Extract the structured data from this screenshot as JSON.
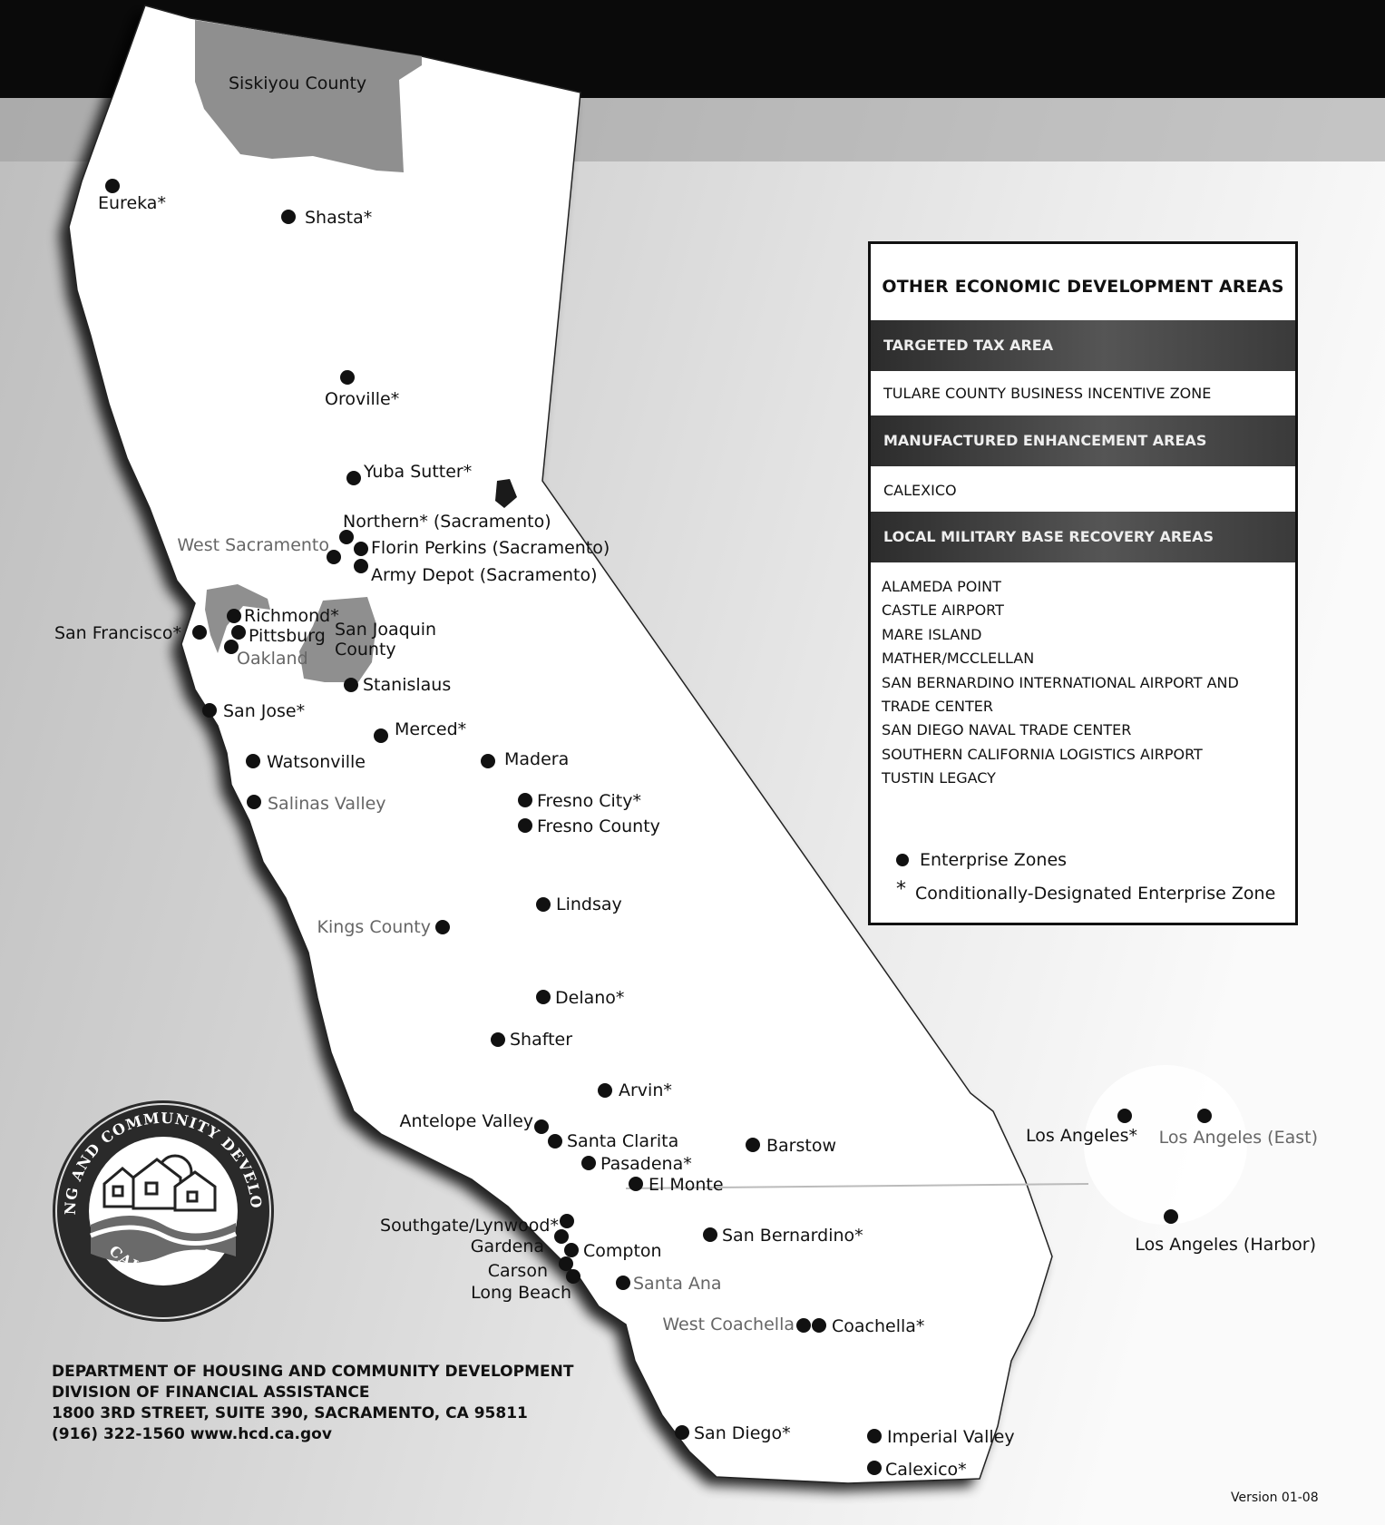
{
  "map": {
    "counties": [
      {
        "id": "siskiyou",
        "label": "Siskiyou County"
      },
      {
        "id": "sanjoaquin",
        "label_lines": [
          "San Joaquin",
          "County"
        ]
      }
    ],
    "zones": [
      {
        "label": "Eureka*",
        "gray": false
      },
      {
        "label": "Shasta*",
        "gray": false
      },
      {
        "label": "Oroville*",
        "gray": false
      },
      {
        "label": "Yuba Sutter*",
        "gray": false
      },
      {
        "label": "Northern*  (Sacramento)",
        "gray": false
      },
      {
        "label": "West Sacramento",
        "gray": true
      },
      {
        "label": "Florin Perkins  (Sacramento)",
        "gray": false
      },
      {
        "label": "Army Depot  (Sacramento)",
        "gray": false
      },
      {
        "label": "Richmond*",
        "gray": false
      },
      {
        "label": "Pittsburg",
        "gray": false
      },
      {
        "label": "Oakland",
        "gray": true
      },
      {
        "label": "San Francisco*",
        "gray": false
      },
      {
        "label": "Stanislaus",
        "gray": false
      },
      {
        "label": "San Jose*",
        "gray": false
      },
      {
        "label": "Merced*",
        "gray": false
      },
      {
        "label": "Watsonville",
        "gray": false
      },
      {
        "label": "Madera",
        "gray": false
      },
      {
        "label": "Salinas Valley",
        "gray": true
      },
      {
        "label": "Fresno City*",
        "gray": false
      },
      {
        "label": "Fresno County",
        "gray": false
      },
      {
        "label": "Lindsay",
        "gray": false
      },
      {
        "label": "Kings County",
        "gray": true
      },
      {
        "label": "Delano*",
        "gray": false
      },
      {
        "label": "Shafter",
        "gray": false
      },
      {
        "label": "Arvin*",
        "gray": false
      },
      {
        "label": "Antelope Valley",
        "gray": false
      },
      {
        "label": "Santa Clarita",
        "gray": false
      },
      {
        "label": "Barstow",
        "gray": false
      },
      {
        "label": "Pasadena*",
        "gray": false
      },
      {
        "label": "El Monte",
        "gray": false
      },
      {
        "label": "Southgate/Lynwood*",
        "gray": false
      },
      {
        "label": "Gardena",
        "gray": false
      },
      {
        "label": "Compton",
        "gray": false
      },
      {
        "label": "Carson",
        "gray": false
      },
      {
        "label": "Long Beach",
        "gray": false
      },
      {
        "label": "San Bernardino*",
        "gray": false
      },
      {
        "label": "Santa Ana",
        "gray": true
      },
      {
        "label": "West Coachella",
        "gray": true
      },
      {
        "label": "Coachella*",
        "gray": false
      },
      {
        "label": "San Diego*",
        "gray": false
      },
      {
        "label": "Imperial Valley",
        "gray": false
      },
      {
        "label": "Calexico*",
        "gray": false
      },
      {
        "label": "Los Angeles*",
        "gray": false
      },
      {
        "label": "Los Angeles (East)",
        "gray": true
      },
      {
        "label": "Los Angeles (Harbor)",
        "gray": false
      }
    ]
  },
  "legend": {
    "title": "OTHER ECONOMIC DEVELOPMENT AREAS",
    "targeted_header": "TARGETED TAX AREA",
    "targeted_item": "TULARE COUNTY BUSINESS INCENTIVE ZONE",
    "manufactured_header": "MANUFACTURED ENHANCEMENT AREAS",
    "manufactured_item": "CALEXICO",
    "military_header": "LOCAL MILITARY BASE RECOVERY AREAS",
    "military_items": [
      "ALAMEDA POINT",
      "CASTLE AIRPORT",
      "MARE ISLAND",
      "MATHER/MCCLELLAN",
      "SAN BERNARDINO INTERNATIONAL AIRPORT AND TRADE CENTER",
      "SAN DIEGO NAVAL TRADE CENTER",
      "SOUTHERN CALIFORNIA LOGISTICS AIRPORT",
      "TUSTIN LEGACY"
    ],
    "key_enterprise": "Enterprise Zones",
    "key_conditional_symbol": "*",
    "key_conditional": "Conditionally-Designated Enterprise Zone"
  },
  "seal": {
    "top_text": "HOUSING AND COMMUNITY DEVELOPMENT",
    "bottom_text": "CALIFORNIA"
  },
  "footer": {
    "line1": "DEPARTMENT OF HOUSING AND COMMUNITY DEVELOPMENT",
    "line2": "DIVISION OF FINANCIAL ASSISTANCE",
    "line3": "1800 3RD STREET, SUITE 390, SACRAMENTO, CA 95811",
    "line4": "(916) 322-1560  www.hcd.ca.gov",
    "version": "Version 01-08"
  },
  "colors": {
    "header_band": "#0a0a0a",
    "county_highlight": "#8f8f8f",
    "dot": "#111111",
    "legend_band": "#3a3a3a"
  }
}
